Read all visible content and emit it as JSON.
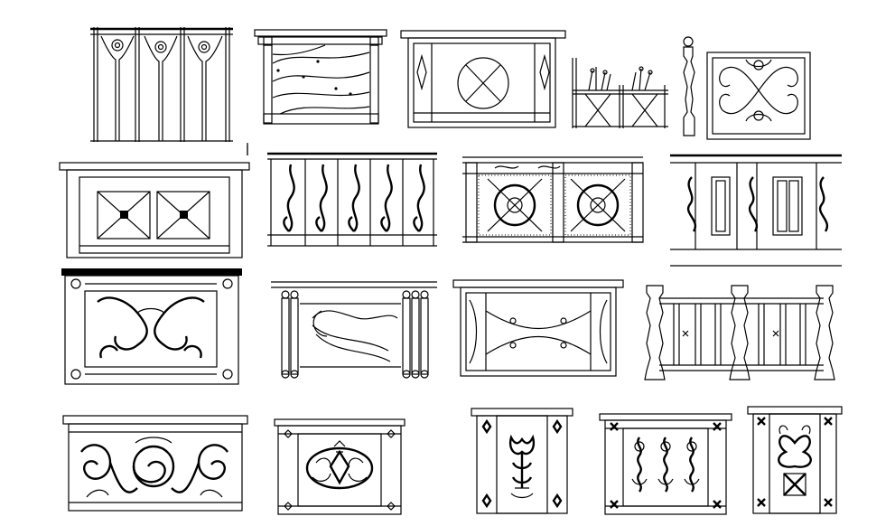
{
  "drawing": {
    "background": "#ffffff",
    "line_color": "#000000",
    "panel_count": 20,
    "panels": [
      {
        "style": "ring-bar-railing"
      },
      {
        "style": "wave-glass-panel"
      },
      {
        "style": "circle-cross-panel"
      },
      {
        "style": "planter-lattice"
      },
      {
        "style": "post-scroll-grille"
      },
      {
        "style": "diamond-boss-parapet"
      },
      {
        "style": "scroll-baluster-railing"
      },
      {
        "style": "stone-circle-parapet"
      },
      {
        "style": "bar-scroll-railing"
      },
      {
        "style": "cap-scroll-panel"
      },
      {
        "style": "column-wave-panel"
      },
      {
        "style": "lens-oval-panel"
      },
      {
        "style": "turned-baluster-railing"
      },
      {
        "style": "scrollwork-frieze"
      },
      {
        "style": "oval-medallion-panel"
      },
      {
        "style": "tulip-motif-panel"
      },
      {
        "style": "triple-motif-panel"
      },
      {
        "style": "heart-motif-panel"
      }
    ]
  }
}
